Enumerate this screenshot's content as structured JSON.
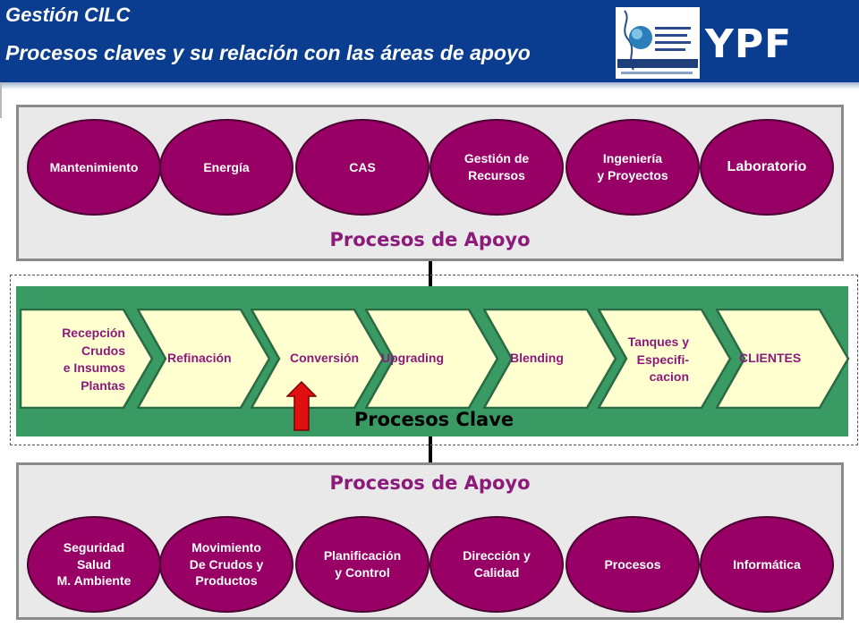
{
  "header": {
    "title": "Gestión CILC",
    "subtitle": "Procesos claves y su relación con las áreas de apoyo",
    "brand": "YPF",
    "brand_color": "#0a3d8f"
  },
  "support_top": {
    "label": "Procesos de Apoyo",
    "items": [
      "Mantenimiento",
      "Energía",
      "CAS",
      "Gestión de\nRecursos",
      "Ingeniería\ny Proyectos",
      "Laboratorio"
    ]
  },
  "key_processes": {
    "label": "Procesos Clave",
    "color": "#3a9a63",
    "chevron_fill": "#ffffd0",
    "steps": [
      "Recepción\nCrudos\ne Insumos\nPlantas",
      "Refinación",
      "Conversión",
      "Upgrading",
      "Blending",
      "Tanques y\nEspecifi-\ncacion",
      "CLIENTES"
    ],
    "marker": "red-up-arrow-icon"
  },
  "support_bottom": {
    "label": "Procesos de Apoyo",
    "items": [
      "Seguridad\nSalud\nM. Ambiente",
      "Movimiento\nDe Crudos y\nProductos",
      "Planificación\ny Control",
      "Dirección y\nCalidad",
      "Procesos",
      "Informática"
    ]
  },
  "colors": {
    "ellipse": "#990066",
    "panel_label": "#8b1a7a"
  }
}
